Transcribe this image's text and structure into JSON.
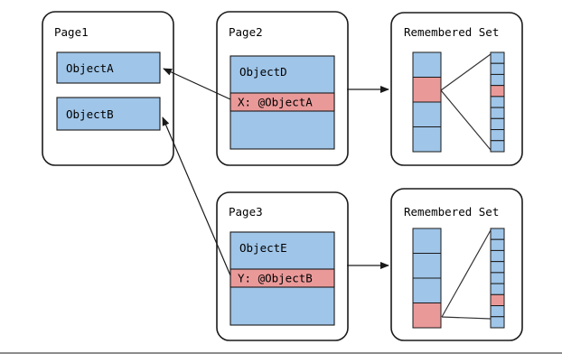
{
  "pages": {
    "page1": {
      "title": "Page1",
      "objects": [
        {
          "label": "ObjectA"
        },
        {
          "label": "ObjectB"
        }
      ]
    },
    "page2": {
      "title": "Page2",
      "object_label": "ObjectD",
      "field_label": "X: @ObjectA"
    },
    "page3": {
      "title": "Page3",
      "object_label": "ObjectE",
      "field_label": "Y: @ObjectB"
    }
  },
  "remembered_sets": {
    "top": {
      "title": "Remembered Set",
      "card_column": [
        "blue",
        "red",
        "blue",
        "blue"
      ],
      "entry_column": [
        "blue",
        "blue",
        "blue",
        "red",
        "blue",
        "blue",
        "blue",
        "blue",
        "blue"
      ]
    },
    "bottom": {
      "title": "Remembered Set",
      "card_column": [
        "blue",
        "blue",
        "blue",
        "red"
      ],
      "entry_column": [
        "blue",
        "blue",
        "blue",
        "blue",
        "blue",
        "blue",
        "red",
        "blue",
        "blue"
      ]
    }
  },
  "colors": {
    "object_blue": "#9fc5e8",
    "highlight_red": "#ea9999",
    "box_border": "#1a1a1a",
    "connector": "#333333",
    "footer_rule": "#8c8c8c",
    "background": "#ffffff",
    "text": "#000000"
  }
}
